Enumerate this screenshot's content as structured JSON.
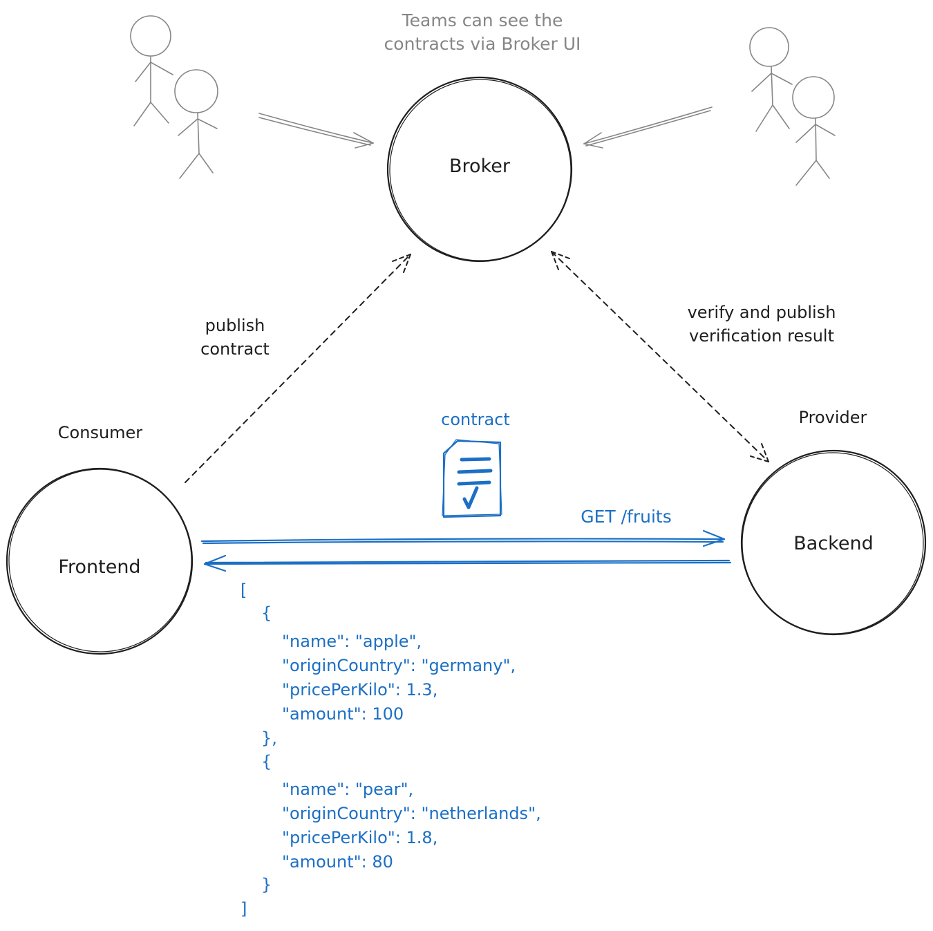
{
  "colors": {
    "ink": "#1e1e1e",
    "gray": "#868686",
    "blue": "#1c6fc4",
    "background": "#ffffff"
  },
  "notes": {
    "teams": [
      "Teams can see the",
      "contracts via Broker UI"
    ]
  },
  "nodes": {
    "broker": {
      "label": "Broker"
    },
    "frontend": {
      "label": "Frontend",
      "role": "Consumer"
    },
    "backend": {
      "label": "Backend",
      "role": "Provider"
    }
  },
  "edges": {
    "publish": {
      "label": [
        "publish",
        "contract"
      ]
    },
    "verify": {
      "label": [
        "verify and publish",
        "verification result"
      ]
    },
    "request": {
      "label": "GET /fruits"
    }
  },
  "contract": {
    "label": "contract",
    "icon": "contract-document-icon"
  },
  "response": {
    "lines": [
      "[",
      "{",
      "\"name\": \"apple\",",
      "\"originCountry\": \"germany\",",
      "\"pricePerKilo\": 1.3,",
      "\"amount\": 100",
      "},",
      "{",
      "\"name\": \"pear\",",
      "\"originCountry\": \"netherlands\",",
      "\"pricePerKilo\": 1.8,",
      "\"amount\": 80",
      "}",
      "]"
    ]
  }
}
